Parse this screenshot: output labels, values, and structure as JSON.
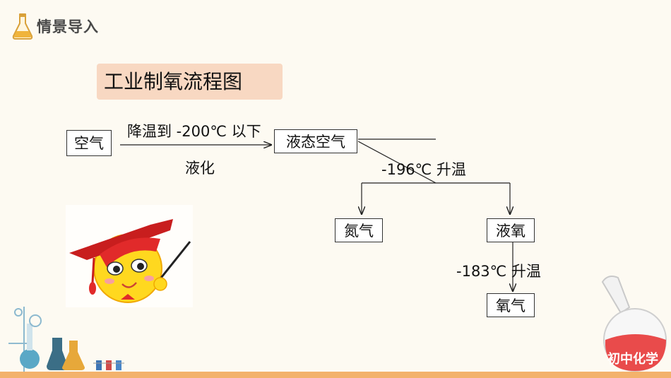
{
  "header": {
    "title": "情景导入",
    "icon": "flask-icon"
  },
  "title": "工业制氧流程图",
  "flow": {
    "air": "空气",
    "cool_label": "降温到 -200℃ 以下",
    "liquefy_label": "液化",
    "liquid_air": "液态空气",
    "warm1_label": "-196℃  升温",
    "nitrogen": "氮气",
    "liquid_oxygen": "液氧",
    "warm2_label": "-183℃ 升温",
    "oxygen": "氧气"
  },
  "badge": {
    "text": "初中化学"
  },
  "colors": {
    "accent": "#f3b26c",
    "title_bg": "#f8d8c2",
    "page_bg": "#fdfaf2"
  }
}
